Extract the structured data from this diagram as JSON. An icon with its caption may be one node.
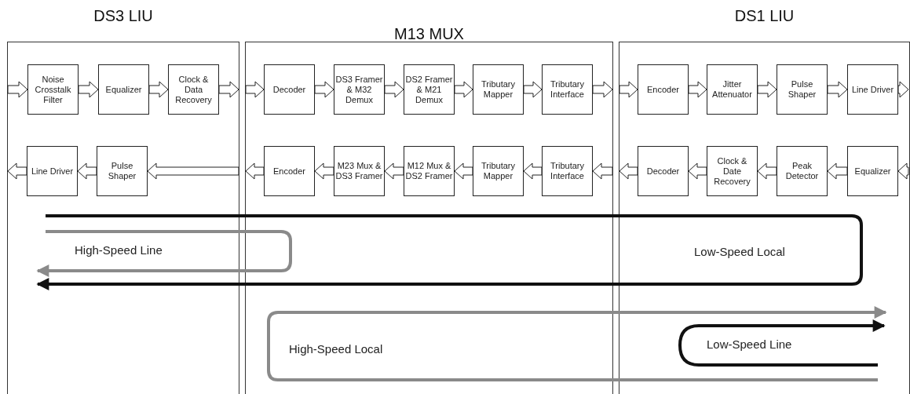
{
  "diagram": {
    "nodes": [
      {
        "text": [
          "DS3 LIU"
        ]
      },
      {
        "text": [
          "Noise Crosstalk Filter"
        ],
        "in": 0
      },
      {
        "text": [
          "Equalizer"
        ],
        "in": 0
      },
      {
        "text": [
          "Clock & Data Recovery"
        ],
        "in": 0
      },
      {
        "text": [
          "Line Driver"
        ],
        "in": 0
      },
      {
        "text": [
          "Pulse Shaper"
        ],
        "in": 0
      },
      {
        "text": [
          "M13 MUX"
        ]
      },
      {
        "text": [
          "Decoder"
        ],
        "in": 6
      },
      {
        "text": [
          "DS3 Framer & M32 Demux"
        ],
        "in": 6
      },
      {
        "text": [
          "DS2 Framer & M21 Demux"
        ],
        "in": 6
      },
      {
        "text": [
          "Tributary Mapper"
        ],
        "in": 6
      },
      {
        "text": [
          "Tributary Interface"
        ],
        "in": 6
      },
      {
        "text": [
          "Encoder"
        ],
        "in": 6
      },
      {
        "text": [
          "M23 Mux & DS3 Framer"
        ],
        "in": 6
      },
      {
        "text": [
          "M12 Mux & DS2 Framer"
        ],
        "in": 6
      },
      {
        "text": [
          "Tributary Mapper"
        ],
        "in": 6
      },
      {
        "text": [
          "Tributary Interface"
        ],
        "in": 6
      },
      {
        "text": [
          "DS1 LIU"
        ]
      },
      {
        "text": [
          "Encoder"
        ],
        "in": 17
      },
      {
        "text": [
          "Jitter Attenuator"
        ],
        "in": 17
      },
      {
        "text": [
          "Pulse Shaper"
        ],
        "in": 17
      },
      {
        "text": [
          "Line Driver"
        ],
        "in": 17
      },
      {
        "text": [
          "Decoder"
        ],
        "in": 17
      },
      {
        "text": [
          "Clock & Date Recovery"
        ],
        "in": 17
      },
      {
        "text": [
          "Peak Detector"
        ],
        "in": 17
      },
      {
        "text": [
          "Equalizer"
        ],
        "in": 17
      }
    ],
    "edges": [
      {
        "from": null,
        "to": 1,
        "arrow": "to"
      },
      {
        "from": 1,
        "to": 2,
        "arrow": "to"
      },
      {
        "from": 2,
        "to": 3,
        "arrow": "to"
      },
      {
        "from": 3,
        "to": null,
        "arrow": "to"
      },
      {
        "from": null,
        "to": 7,
        "arrow": "to"
      },
      {
        "from": 7,
        "to": 8,
        "arrow": "to"
      },
      {
        "from": 8,
        "to": 9,
        "arrow": "to"
      },
      {
        "from": 9,
        "to": 10,
        "arrow": "to"
      },
      {
        "from": 10,
        "to": 11,
        "arrow": "to"
      },
      {
        "from": 11,
        "to": null,
        "arrow": "to"
      },
      {
        "from": null,
        "to": 18,
        "arrow": "to"
      },
      {
        "from": 18,
        "to": 19,
        "arrow": "to"
      },
      {
        "from": 19,
        "to": 20,
        "arrow": "to"
      },
      {
        "from": 20,
        "to": 21,
        "arrow": "to"
      },
      {
        "from": 21,
        "to": null,
        "arrow": "to"
      },
      {
        "from": null,
        "to": 25,
        "arrow": "to"
      },
      {
        "from": 25,
        "to": 24,
        "arrow": "to"
      },
      {
        "from": 24,
        "to": 23,
        "arrow": "to"
      },
      {
        "from": 23,
        "to": 22,
        "arrow": "to"
      },
      {
        "from": 22,
        "to": null,
        "arrow": "to"
      },
      {
        "from": null,
        "to": 16,
        "arrow": "to"
      },
      {
        "from": 16,
        "to": 15,
        "arrow": "to"
      },
      {
        "from": 15,
        "to": 14,
        "arrow": "to"
      },
      {
        "from": 14,
        "to": 13,
        "arrow": "to"
      },
      {
        "from": 13,
        "to": 12,
        "arrow": "to"
      },
      {
        "from": 12,
        "to": null,
        "arrow": "to"
      },
      {
        "from": null,
        "to": 5,
        "arrow": "to"
      },
      {
        "from": 5,
        "to": 4,
        "arrow": "to"
      },
      {
        "from": 4,
        "to": null,
        "arrow": "to"
      }
    ],
    "labels": [
      "High-Speed Line",
      "Low-Speed Local",
      "High-Speed Local",
      "Low-Speed Line"
    ]
  }
}
